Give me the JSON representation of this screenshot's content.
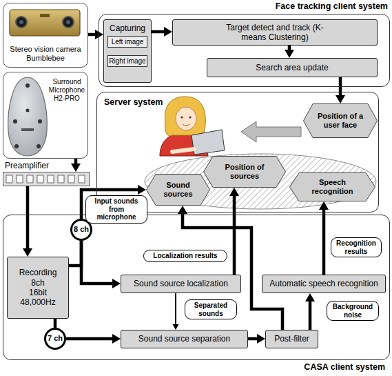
{
  "diagram": {
    "nodes": [
      {
        "text": [
          "Stereo vision camera Bumblebee"
        ]
      },
      {
        "text": [
          "Face tracking client system"
        ]
      },
      {
        "text": [
          "Capturing"
        ],
        "in": 1
      },
      {
        "text": [
          "Left image"
        ],
        "in": 2
      },
      {
        "text": [
          "Right image"
        ],
        "in": 2
      },
      {
        "text": [
          "Target detect and track (K-means Clustering)"
        ],
        "in": 1
      },
      {
        "text": [
          "Search area update"
        ],
        "in": 1
      },
      {
        "text": [
          "Server system"
        ]
      },
      {
        "text": [
          "Position of a user face"
        ],
        "in": 7
      },
      {
        "text": [
          "Surround Microphone H2-PRO"
        ]
      },
      {
        "text": [
          "Sound sources"
        ],
        "in": 7
      },
      {
        "text": [
          "Position of sources"
        ],
        "in": 7
      },
      {
        "text": [
          "Speech recognition"
        ],
        "in": 7
      },
      {
        "text": [
          "Preamplifier"
        ]
      },
      {
        "text": [
          "CASA client system"
        ]
      },
      {
        "text": [
          "Recording 8ch 16bit 48,000Hz"
        ],
        "in": 14
      },
      {
        "text": [
          "8 ch"
        ],
        "in": 14
      },
      {
        "text": [
          "7 ch"
        ],
        "in": 14
      },
      {
        "text": [
          "Sound source localization"
        ],
        "in": 14
      },
      {
        "text": [
          "Sound source separation"
        ],
        "in": 14
      },
      {
        "text": [
          "Post-filter"
        ],
        "in": 14
      },
      {
        "text": [
          "Automatic speech recognition"
        ],
        "in": 14
      }
    ],
    "edges": [
      {
        "from": 0,
        "to": 2,
        "arrow": "to"
      },
      {
        "from": 2,
        "to": 5,
        "arrow": "to"
      },
      {
        "from": 5,
        "to": 6,
        "arrow": "to"
      },
      {
        "from": 6,
        "to": 8,
        "arrow": "to"
      },
      {
        "from": 9,
        "to": 13,
        "arrow": "to"
      },
      {
        "from": 13,
        "to": 15,
        "arrow": "to"
      },
      {
        "from": 15,
        "to": 16,
        "arrow": "none"
      },
      {
        "from": 16,
        "to": 10,
        "label": "Input sounds from microphone",
        "arrow": "to"
      },
      {
        "from": 16,
        "to": 18,
        "arrow": "to"
      },
      {
        "from": 15,
        "to": 17,
        "arrow": "none"
      },
      {
        "from": 17,
        "to": 19,
        "arrow": "to"
      },
      {
        "from": 18,
        "to": 19,
        "arrow": "to"
      },
      {
        "from": 18,
        "to": 11,
        "label": "Localization results",
        "arrow": "to"
      },
      {
        "from": 19,
        "to": 20,
        "label": "Separated sounds",
        "arrow": "to"
      },
      {
        "from": 20,
        "to": 10,
        "arrow": "to"
      },
      {
        "from": 20,
        "to": 21,
        "label": "Background noise",
        "arrow": "to"
      },
      {
        "from": 21,
        "to": 12,
        "label": "Recognition results",
        "arrow": "to"
      }
    ]
  }
}
